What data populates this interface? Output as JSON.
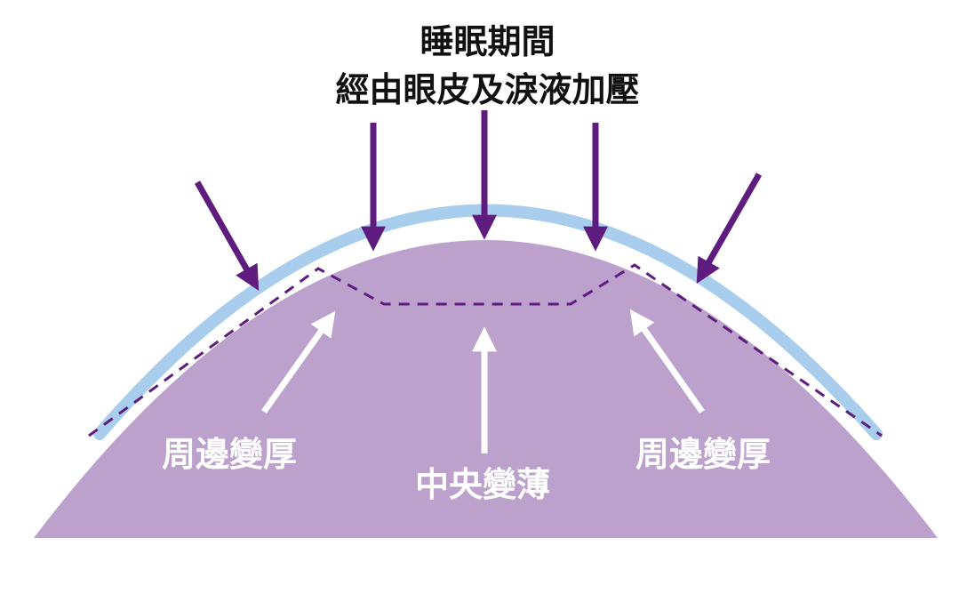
{
  "title": {
    "line1": "睡眠期間",
    "line2": "經由眼皮及淚液加壓"
  },
  "labels": {
    "left": "周邊變厚",
    "center": "中央變薄",
    "right": "周邊變厚"
  },
  "colors": {
    "cornea_fill": "#bba1cb",
    "lens_outline": "#a9cdec",
    "pressure_arrow": "#5e1c7f",
    "dashed_profile": "#5e1c7f",
    "label_arrow": "#ffffff"
  },
  "icons": {
    "pressure": "arrow-down-icon",
    "response": "arrow-up-icon"
  }
}
